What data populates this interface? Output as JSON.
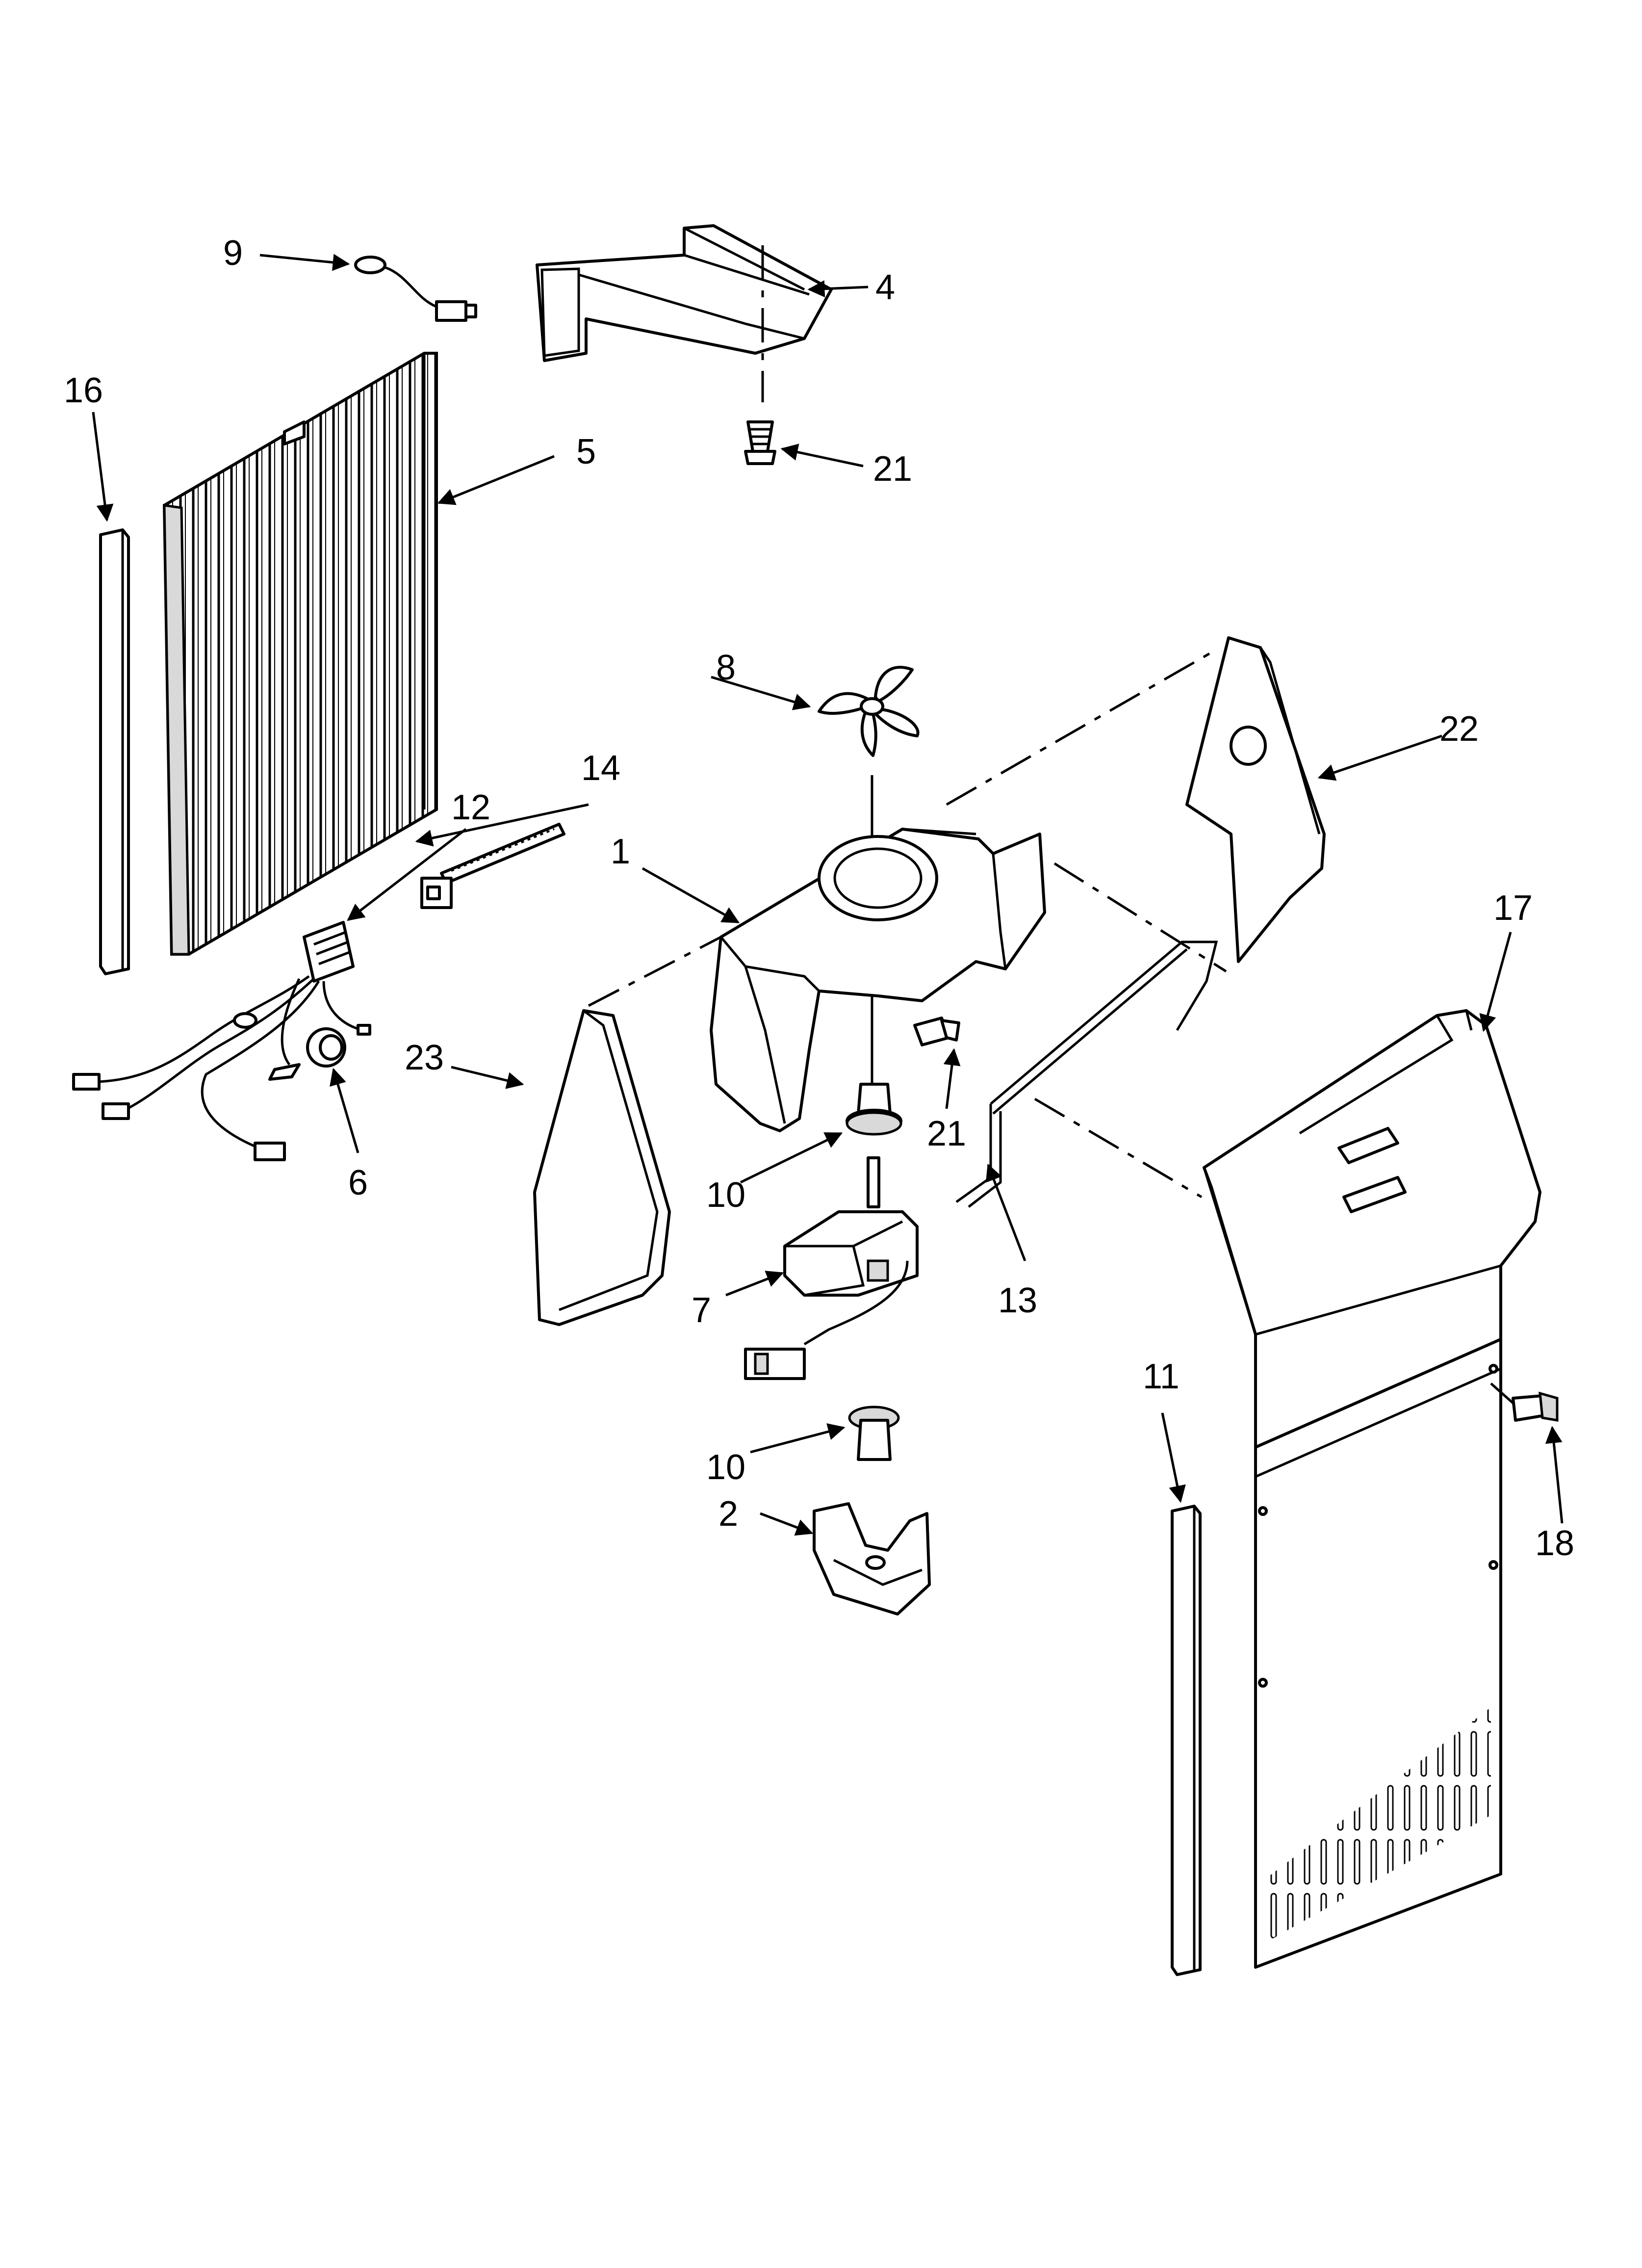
{
  "callouts": {
    "c1": "1",
    "c2": "2",
    "c4": "4",
    "c5": "5",
    "c6": "6",
    "c7": "7",
    "c8": "8",
    "c9": "9",
    "c10a": "10",
    "c10b": "10",
    "c11": "11",
    "c12": "12",
    "c13": "13",
    "c14": "14",
    "c16": "16",
    "c17": "17",
    "c18": "18",
    "c21a": "21",
    "c21b": "21",
    "c22": "22",
    "c23": "23"
  }
}
